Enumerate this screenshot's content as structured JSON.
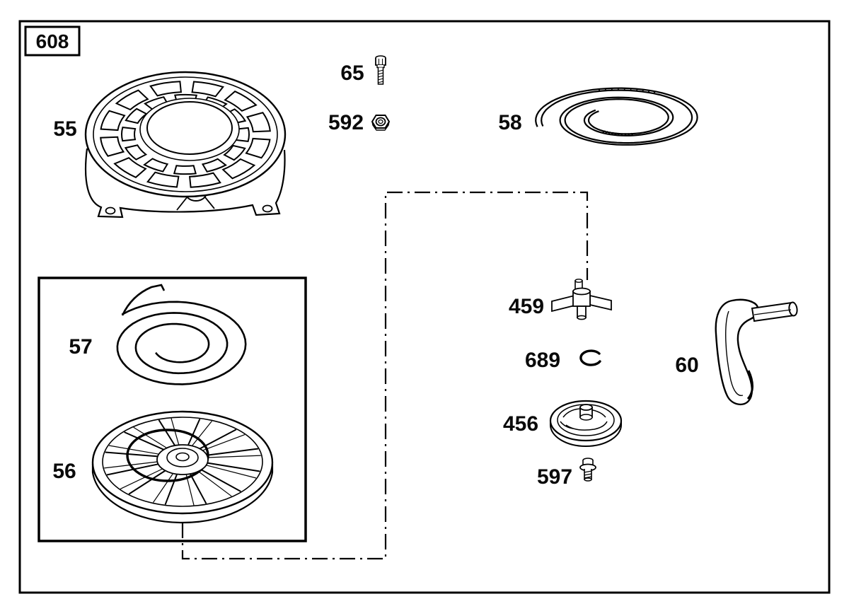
{
  "colors": {
    "ink": "#0a0a0a",
    "background": "#ffffff"
  },
  "figure": {
    "number": "608"
  },
  "parts": {
    "p55": {
      "label": "55"
    },
    "p65": {
      "label": "65"
    },
    "p592": {
      "label": "592"
    },
    "p58": {
      "label": "58"
    },
    "p57": {
      "label": "57"
    },
    "p56": {
      "label": "56"
    },
    "p459": {
      "label": "459"
    },
    "p689": {
      "label": "689"
    },
    "p456": {
      "label": "456"
    },
    "p597": {
      "label": "597"
    },
    "p60": {
      "label": "60"
    }
  }
}
